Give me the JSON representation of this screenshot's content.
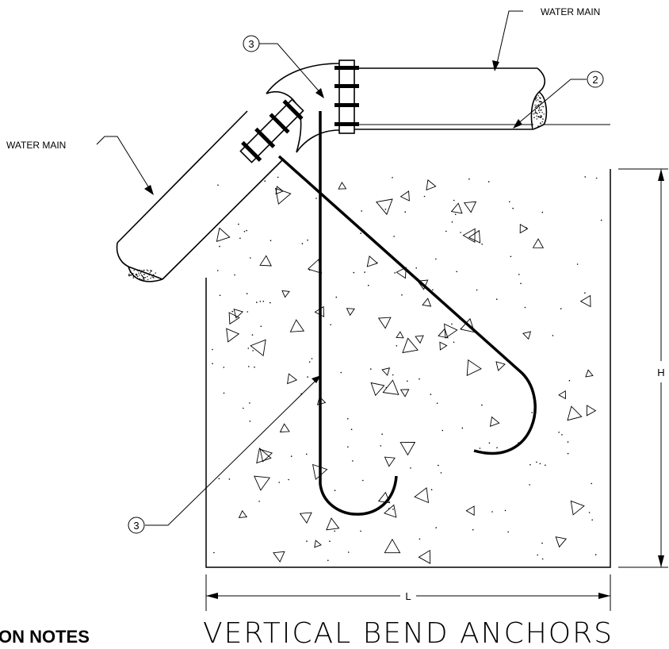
{
  "labels": {
    "water_main_top": "WATER MAIN",
    "water_main_left": "WATER MAIN",
    "callout_rod_top": "3",
    "callout_concrete_end": "2",
    "callout_rod_bottom": "3",
    "dim_height": "H",
    "dim_length": "L"
  },
  "title": "VERTICAL BEND ANCHORS",
  "notes_heading_partial": "ON NOTES",
  "colors": {
    "line": "#000000",
    "background": "#ffffff"
  }
}
